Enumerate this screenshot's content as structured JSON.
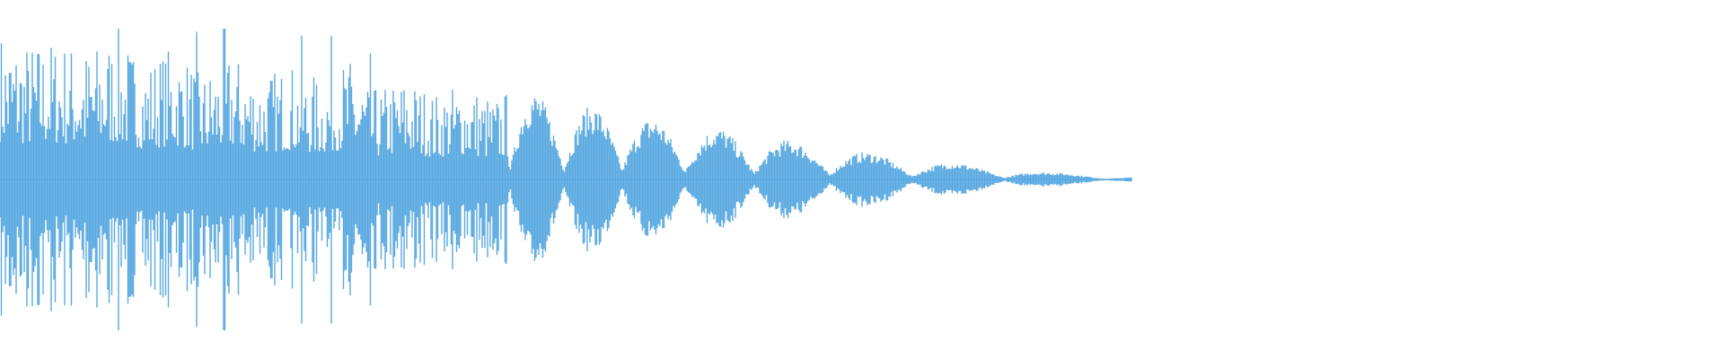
{
  "waveform": {
    "color": "#5aa9e1",
    "background": "#ffffff",
    "duration_fraction_visible": 0.65,
    "envelope": [
      1.0,
      0.92,
      0.95,
      0.88,
      0.98,
      0.8,
      0.9,
      0.72,
      0.85,
      0.7,
      0.78,
      0.68,
      0.82,
      0.6,
      0.7,
      0.58,
      0.66,
      0.55,
      0.64,
      0.52,
      0.5,
      0.48,
      0.42,
      0.4,
      0.36,
      0.34,
      0.3,
      0.27,
      0.24,
      0.21,
      0.18,
      0.16,
      0.13,
      0.11,
      0.09,
      0.07,
      0.05,
      0.04,
      0.03,
      0.02
    ],
    "seed": 7
  }
}
